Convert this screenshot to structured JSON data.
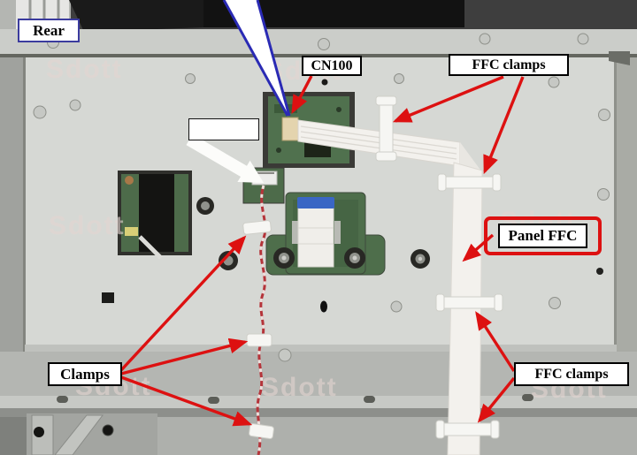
{
  "figure": {
    "type": "annotated-service-photo",
    "subject": "rear-panel-ffc-routing",
    "watermark": "Sdott"
  },
  "labels": {
    "rear": "Rear",
    "cn100": "CN100",
    "ffc_clamps_top": "FFC clamps",
    "panel_ffc": "Panel FFC",
    "clamps": "Clamps",
    "ffc_clamps_bottom": "FFC clamps",
    "blank": ""
  },
  "colors": {
    "arrow_red": "#dd1111",
    "panel_ffc_outline": "#dd1111",
    "pointer_blue": "#2a2ab4",
    "rear_label_border": "#3b3b9e",
    "label_border": "#000000",
    "label_background": "#ffffff",
    "panel_gray": "#d6d8d4",
    "pcb_green": "#50714e",
    "ffc_ribbon": "#f3f1ed",
    "wire_red": "#b5343a",
    "watermark": "#e4d5d1"
  }
}
